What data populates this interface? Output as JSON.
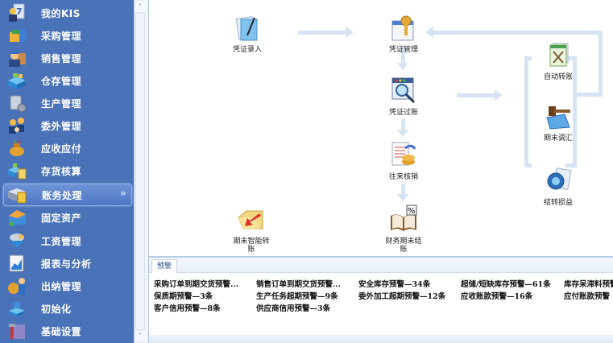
{
  "sidebar": {
    "items": [
      {
        "label": "我的KIS",
        "icon": "my-kis-icon"
      },
      {
        "label": "采购管理",
        "icon": "purchase-icon"
      },
      {
        "label": "销售管理",
        "icon": "sales-icon"
      },
      {
        "label": "仓存管理",
        "icon": "warehouse-icon"
      },
      {
        "label": "生产管理",
        "icon": "production-icon"
      },
      {
        "label": "委外管理",
        "icon": "outsourcing-icon"
      },
      {
        "label": "应收应付",
        "icon": "receivable-payable-icon"
      },
      {
        "label": "存货核算",
        "icon": "inventory-accounting-icon"
      },
      {
        "label": "账务处理",
        "icon": "accounting-icon",
        "active": true,
        "chevron": "»"
      },
      {
        "label": "固定资产",
        "icon": "fixed-assets-icon"
      },
      {
        "label": "工资管理",
        "icon": "payroll-icon"
      },
      {
        "label": "报表与分析",
        "icon": "report-icon"
      },
      {
        "label": "出纳管理",
        "icon": "cashier-icon"
      },
      {
        "label": "初始化",
        "icon": "initialize-icon"
      },
      {
        "label": "基础设置",
        "icon": "basic-settings-icon"
      }
    ],
    "scroll_up": "˄",
    "scroll_down": "˅"
  },
  "flow": {
    "nodes": {
      "voucher_entry": "凭证录入",
      "voucher_management": "凭证管理",
      "voucher_posting": "凭证过账",
      "reconciliation": "往来核销",
      "period_end_close": "财务期末结账",
      "smart_transfer": "期末智能转账",
      "auto_transfer": "自动转账",
      "period_adjust": "期末调汇",
      "profit_loss_transfer": "结转损益"
    }
  },
  "alerts": {
    "tab": "预警",
    "items": [
      [
        "采购订单到期交货预警...",
        "销售订单到期交货预警...",
        "安全库存预警—34条",
        "超储/短缺库存预警—61条",
        "库存呆滞料预警"
      ],
      [
        "保质期预警—3条",
        "生产任务超期预警—9条",
        "委外加工超期预警—12条",
        "应收账款预警—16条",
        "应付账款预警"
      ],
      [
        "客户信用预警—8条",
        "供应商信用预警—3条"
      ]
    ]
  },
  "colors": {
    "sidebar_bg": "#4a72b8",
    "flow_arrow": "#d6e3f2",
    "tab_text": "#2a4f86"
  }
}
